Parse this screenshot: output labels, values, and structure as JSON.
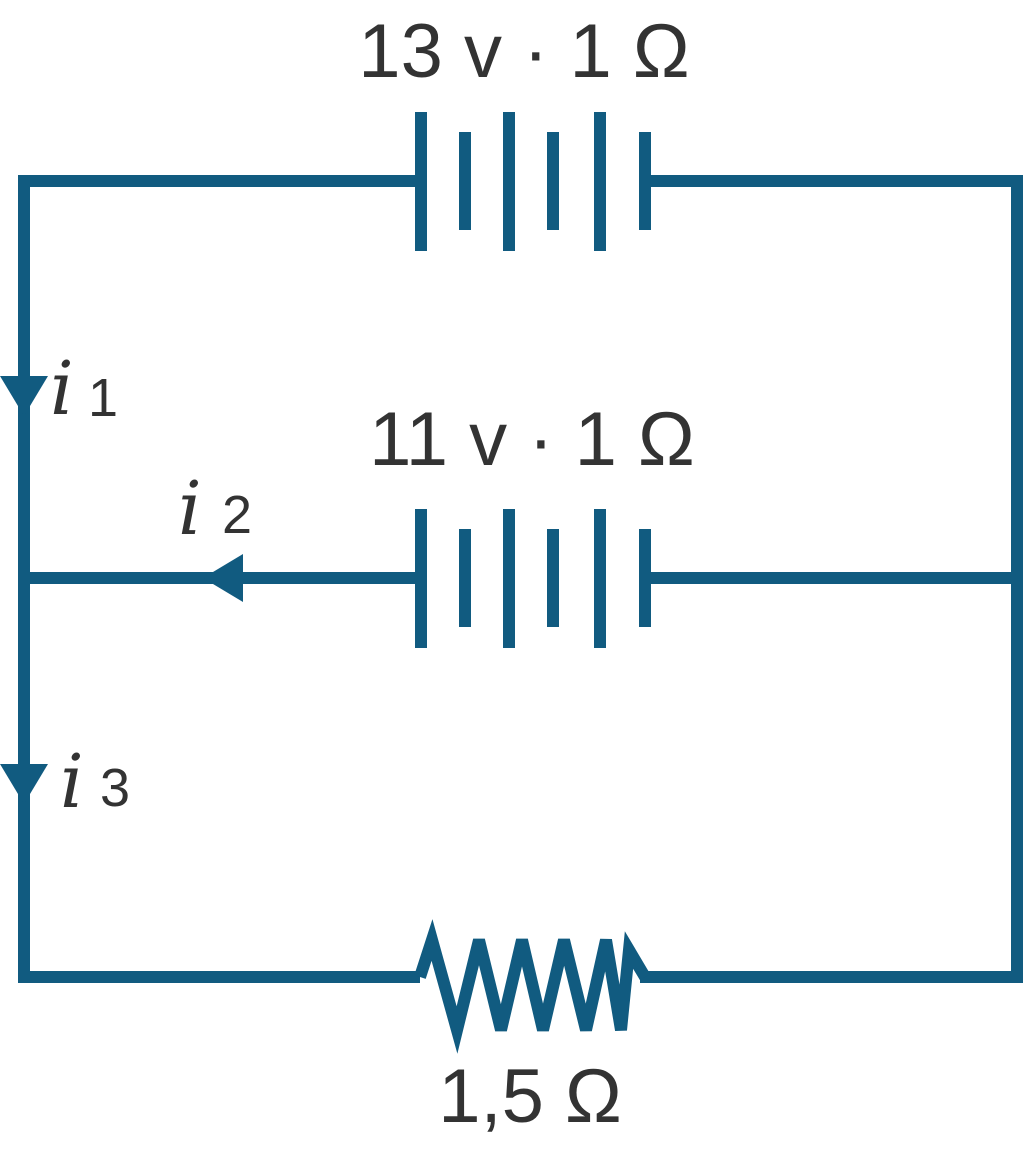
{
  "batteries": [
    {
      "label": "13 v · 1 Ω"
    },
    {
      "label": "11 v · 1 Ω"
    }
  ],
  "resistor": {
    "label": "1,5 Ω"
  },
  "currents": [
    {
      "symbol": "i",
      "subscript": "1"
    },
    {
      "symbol": "i",
      "subscript": "2"
    },
    {
      "symbol": "i",
      "subscript": "3"
    }
  ],
  "colors": {
    "wire": "#115b80",
    "text": "#333333"
  }
}
